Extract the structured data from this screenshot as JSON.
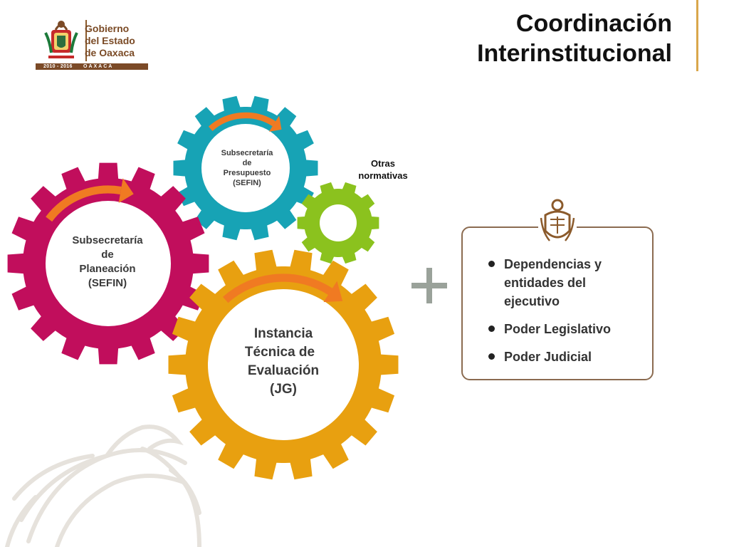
{
  "header": {
    "logo": {
      "line1": "Gobierno",
      "line2": "del Estado",
      "line3": "de Oaxaca",
      "years": "2010 - 2016",
      "state": "OAXACA",
      "crest_icon": "oaxaca-coat-of-arms-icon"
    },
    "title_line1": "Coordinación",
    "title_line2": "Interinstitucional"
  },
  "gears": {
    "teal": {
      "line1": "Subsecretaría",
      "line2": "de",
      "line3": "Presupuesto",
      "line4": "(SEFIN)",
      "color": "#17a3b5"
    },
    "pink": {
      "line1": "Subsecretaría",
      "line2": "de",
      "line3": "Planeación",
      "line4": "(SEFIN)",
      "color": "#c10e5c"
    },
    "orange": {
      "line1": "Instancia",
      "line2": "Técnica de",
      "line3": "Evaluación",
      "line4": "(JG)",
      "color": "#e8a010"
    },
    "green": {
      "color": "#8bc21e"
    },
    "arrow_color": "#f07a22"
  },
  "other_label": {
    "line1": "Otras",
    "line2": "normativas"
  },
  "plus_icon": "plus-icon",
  "entities": {
    "crest_icon": "oaxaca-coat-of-arms-icon",
    "items": [
      "Dependencias y\nentidades del\nejecutivo",
      "Poder Legislativo",
      "Poder Judicial"
    ]
  },
  "colors": {
    "brand_brown": "#7b4a27",
    "title_rule": "#d9a64b",
    "box_border": "#8b6b50"
  },
  "watermark_icon": "eagle-watermark-icon"
}
